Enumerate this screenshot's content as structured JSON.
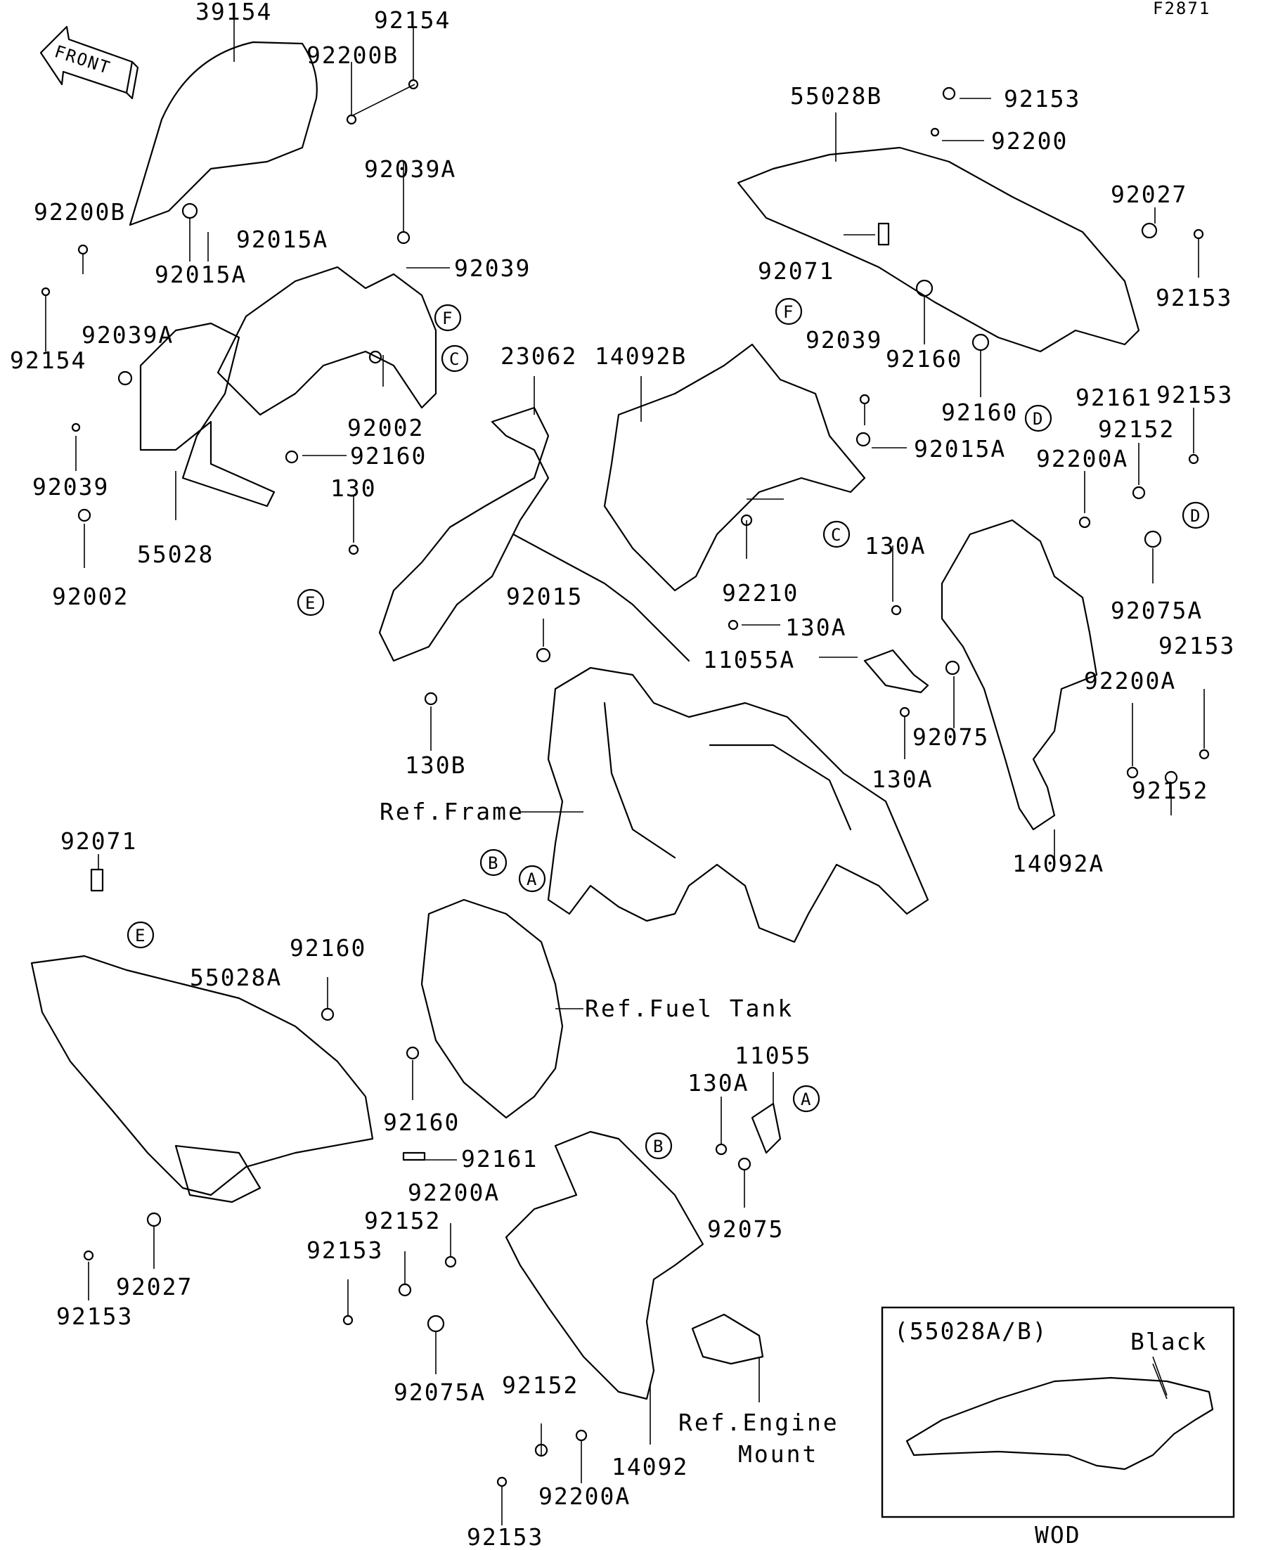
{
  "diagram_code": "F2871",
  "front_label": "FRONT",
  "part_labels": [
    {
      "id": "p39154",
      "text": "39154"
    },
    {
      "id": "p92154a",
      "text": "92154"
    },
    {
      "id": "p92200Ba",
      "text": "92200B"
    },
    {
      "id": "p92200Bb",
      "text": "92200B"
    },
    {
      "id": "p92015Aa",
      "text": "92015A"
    },
    {
      "id": "p92015Ab",
      "text": "92015A"
    },
    {
      "id": "p92154b",
      "text": "92154"
    },
    {
      "id": "p92039Aa",
      "text": "92039A"
    },
    {
      "id": "p92039a",
      "text": "92039"
    },
    {
      "id": "p92039Ab",
      "text": "92039A"
    },
    {
      "id": "p92002a",
      "text": "92002"
    },
    {
      "id": "p92160a",
      "text": "92160"
    },
    {
      "id": "p92039b",
      "text": "92039"
    },
    {
      "id": "p55028",
      "text": "55028"
    },
    {
      "id": "p92002b",
      "text": "92002"
    },
    {
      "id": "p130",
      "text": "130"
    },
    {
      "id": "p23062",
      "text": "23062"
    },
    {
      "id": "p14092B",
      "text": "14092B"
    },
    {
      "id": "p92039c",
      "text": "92039"
    },
    {
      "id": "p92210",
      "text": "92210"
    },
    {
      "id": "p92015",
      "text": "92015"
    },
    {
      "id": "p130Aa",
      "text": "130A"
    },
    {
      "id": "p11055A",
      "text": "11055A"
    },
    {
      "id": "p130B",
      "text": "130B"
    },
    {
      "id": "p130Ab",
      "text": "130A"
    },
    {
      "id": "p130Ac",
      "text": "130A"
    },
    {
      "id": "p92075a",
      "text": "92075"
    },
    {
      "id": "p55028B",
      "text": "55028B"
    },
    {
      "id": "p92153a",
      "text": "92153"
    },
    {
      "id": "p92200",
      "text": "92200"
    },
    {
      "id": "p92027a",
      "text": "92027"
    },
    {
      "id": "p92153b",
      "text": "92153"
    },
    {
      "id": "p92071a",
      "text": "92071"
    },
    {
      "id": "p92160b",
      "text": "92160"
    },
    {
      "id": "p92160c",
      "text": "92160"
    },
    {
      "id": "p92161a",
      "text": "92161"
    },
    {
      "id": "p92153c",
      "text": "92153"
    },
    {
      "id": "p92152a",
      "text": "92152"
    },
    {
      "id": "p92200Aa",
      "text": "92200A"
    },
    {
      "id": "p92015Ac",
      "text": "92015A"
    },
    {
      "id": "p92075Aa",
      "text": "92075A"
    },
    {
      "id": "p92153d",
      "text": "92153"
    },
    {
      "id": "p92200Ab",
      "text": "92200A"
    },
    {
      "id": "p92152b",
      "text": "92152"
    },
    {
      "id": "p14092A",
      "text": "14092A"
    },
    {
      "id": "p92071b",
      "text": "92071"
    },
    {
      "id": "p92160d",
      "text": "92160"
    },
    {
      "id": "p55028A",
      "text": "55028A"
    },
    {
      "id": "p92160e",
      "text": "92160"
    },
    {
      "id": "p92161b",
      "text": "92161"
    },
    {
      "id": "p11055",
      "text": "11055"
    },
    {
      "id": "p130Ad",
      "text": "130A"
    },
    {
      "id": "p92075b",
      "text": "92075"
    },
    {
      "id": "p92200Ac",
      "text": "92200A"
    },
    {
      "id": "p92152c",
      "text": "92152"
    },
    {
      "id": "p92153e",
      "text": "92153"
    },
    {
      "id": "p92027b",
      "text": "92027"
    },
    {
      "id": "p92153f",
      "text": "92153"
    },
    {
      "id": "p92075Ab",
      "text": "92075A"
    },
    {
      "id": "p92152d",
      "text": "92152"
    },
    {
      "id": "p14092",
      "text": "14092"
    },
    {
      "id": "p92200Ad",
      "text": "92200A"
    },
    {
      "id": "p92153g",
      "text": "92153"
    }
  ],
  "references": {
    "frame": "Ref.Frame",
    "fuel_tank": "Ref.Fuel Tank",
    "engine_mount_line1": "Ref.Engine",
    "engine_mount_line2": "Mount"
  },
  "callouts": [
    "A",
    "B",
    "C",
    "D",
    "E",
    "F"
  ],
  "inset": {
    "title": "(55028A/B)",
    "color_note": "Black",
    "code": "WOD"
  }
}
